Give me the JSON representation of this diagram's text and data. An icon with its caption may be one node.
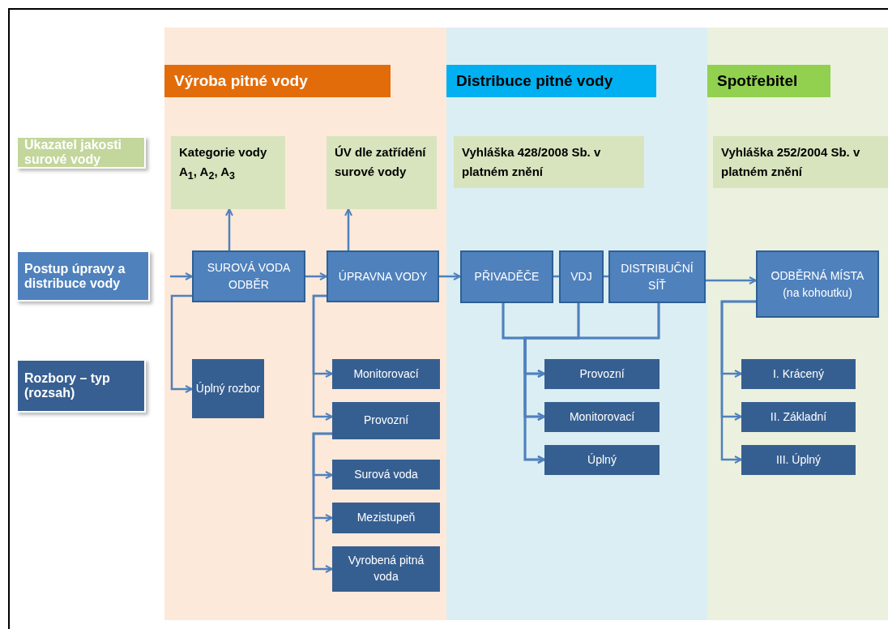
{
  "diagram": {
    "nodes": [
      {
        "text": [
          "Výroba pitné vody"
        ]
      },
      {
        "text": [
          "Distribuce pitné vody"
        ]
      },
      {
        "text": [
          "Spotřebitel"
        ]
      },
      {
        "text": [
          "Ukazatel jakosti surové vody"
        ]
      },
      {
        "text": [
          "Postup úpravy a distribuce vody"
        ]
      },
      {
        "text": [
          "Rozbory – typ (rozsah)"
        ]
      },
      {
        "text": [
          "Kategorie vody A$_{1}$, A$_{2}$, A$_{3}$"
        ],
        "in": 0
      },
      {
        "text": [
          "ÚV dle zatřídění surové vody"
        ],
        "in": 0
      },
      {
        "text": [
          "Vyhláška 428/2008 Sb. v platném znění"
        ],
        "in": 1
      },
      {
        "text": [
          "Vyhláška 252/2004 Sb. v platném znění"
        ],
        "in": 2
      },
      {
        "text": [
          "SUROVÁ VODA ODBĚR"
        ],
        "in": 0
      },
      {
        "text": [
          "ÚPRAVNA VODY"
        ],
        "in": 0
      },
      {
        "text": [
          "PŘIVADĚČE"
        ],
        "in": 1
      },
      {
        "text": [
          "VDJ"
        ],
        "in": 1
      },
      {
        "text": [
          "DISTRIBUČNÍ SÍŤ"
        ],
        "in": 1
      },
      {
        "text": [
          "ODBĚRNÁ MÍSTA (na kohoutku)"
        ],
        "in": 2
      },
      {
        "text": [
          "Úplný rozbor"
        ],
        "in": 0
      },
      {
        "text": [
          "Monitorovací"
        ],
        "in": 0
      },
      {
        "text": [
          "Provozní"
        ],
        "in": 0
      },
      {
        "text": [
          "Surová voda"
        ],
        "in": 0
      },
      {
        "text": [
          "Mezistupeň"
        ],
        "in": 0
      },
      {
        "text": [
          "Vyrobená pitná voda"
        ],
        "in": 0
      },
      {
        "text": [
          "Provozní"
        ],
        "in": 1
      },
      {
        "text": [
          "Monitorovací"
        ],
        "in": 1
      },
      {
        "text": [
          "Úplný"
        ],
        "in": 1
      },
      {
        "text": [
          "I. Krácený"
        ],
        "in": 2
      },
      {
        "text": [
          "II. Základní"
        ],
        "in": 2
      },
      {
        "text": [
          "III. Úplný"
        ],
        "in": 2
      }
    ],
    "edges": [
      {
        "from": null,
        "to": 10,
        "arrow": "to"
      },
      {
        "from": 10,
        "to": 6,
        "arrow": "to"
      },
      {
        "from": 11,
        "to": 7,
        "arrow": "to"
      },
      {
        "from": 10,
        "to": 11,
        "arrow": "to"
      },
      {
        "from": 11,
        "to": 12,
        "arrow": "to"
      },
      {
        "from": 12,
        "to": 13,
        "arrow": "none"
      },
      {
        "from": 13,
        "to": 14,
        "arrow": "none"
      },
      {
        "from": 14,
        "to": 15,
        "arrow": "to"
      },
      {
        "from": 10,
        "to": 16,
        "arrow": "to"
      },
      {
        "from": 11,
        "to": 17,
        "arrow": "to"
      },
      {
        "from": 11,
        "to": 18,
        "arrow": "to"
      },
      {
        "from": 18,
        "to": 19,
        "arrow": "to"
      },
      {
        "from": 18,
        "to": 20,
        "arrow": "to"
      },
      {
        "from": 18,
        "to": 21,
        "arrow": "to"
      },
      {
        "from": 12,
        "to": 22,
        "arrow": "to"
      },
      {
        "from": 12,
        "to": 23,
        "arrow": "to"
      },
      {
        "from": 12,
        "to": 24,
        "arrow": "to"
      },
      {
        "from": 13,
        "to": 22,
        "arrow": "to"
      },
      {
        "from": 13,
        "to": 23,
        "arrow": "to"
      },
      {
        "from": 13,
        "to": 24,
        "arrow": "to"
      },
      {
        "from": 14,
        "to": 22,
        "arrow": "to"
      },
      {
        "from": 14,
        "to": 23,
        "arrow": "to"
      },
      {
        "from": 14,
        "to": 24,
        "arrow": "to"
      },
      {
        "from": 15,
        "to": 25,
        "arrow": "to"
      },
      {
        "from": 15,
        "to": 26,
        "arrow": "to"
      },
      {
        "from": 15,
        "to": 27,
        "arrow": "to"
      }
    ]
  }
}
